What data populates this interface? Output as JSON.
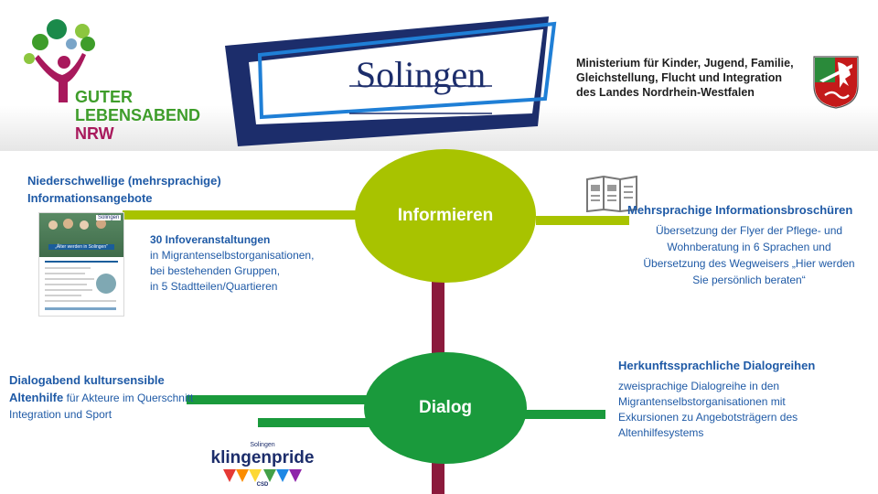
{
  "header": {
    "logo_left": {
      "line1": "GUTER",
      "line2": "LEBENSABEND",
      "line3": "NRW"
    },
    "city_name": "Solingen",
    "ministry": {
      "line1": "Ministerium für Kinder, Jugend, Familie,",
      "line2": "Gleichstellung, Flucht und Integration",
      "line3": "des Landes Nordrhein-Westfalen"
    }
  },
  "informieren": {
    "label": "Informieren",
    "left_title_1": "Niederschwellige (mehrsprachige)",
    "left_title_2": "Informationsangebote",
    "flyer_brand": "Solingen",
    "flyer_headline": "„Älter werden in Solingen“",
    "events_title": "30 Infoveranstaltungen",
    "events_line1": "in Migrantenselbstorganisationen,",
    "events_line2": "bei bestehenden Gruppen,",
    "events_line3": "in 5 Stadtteilen/Quartieren",
    "right_title": "Mehrsprachige Informationsbroschüren",
    "right_line1": "Übersetzung der Flyer der Pflege- und",
    "right_line2": "Wohnberatung in 6 Sprachen und",
    "right_line3": "Übersetzung des Wegweisers „Hier werden",
    "right_line4": "Sie persönlich beraten“"
  },
  "dialog": {
    "label": "Dialog",
    "left_title_1": "Dialogabend kultursensible",
    "left_title_2": "Altenhilfe",
    "left_text_1": "für Akteure im Querschnitt",
    "left_text_2": "Integration und Sport",
    "pride_small": "Solingen",
    "pride_big": "klingenpride",
    "pride_tag": "CSD",
    "right_title": "Herkunftssprachliche Dialogreihen",
    "right_line1": "zweisprachige Dialogreihe in den",
    "right_line2": "Migrantenselbstorganisationen mit",
    "right_line3": "Exkursionen zu Angebotsträgern des",
    "right_line4": "Altenhilfesystems"
  },
  "colors": {
    "maroon": "#8b1a3c",
    "lime": "#a8c300",
    "green": "#1a9a3c",
    "blue": "#1f5aa6",
    "navy": "#17306b"
  }
}
